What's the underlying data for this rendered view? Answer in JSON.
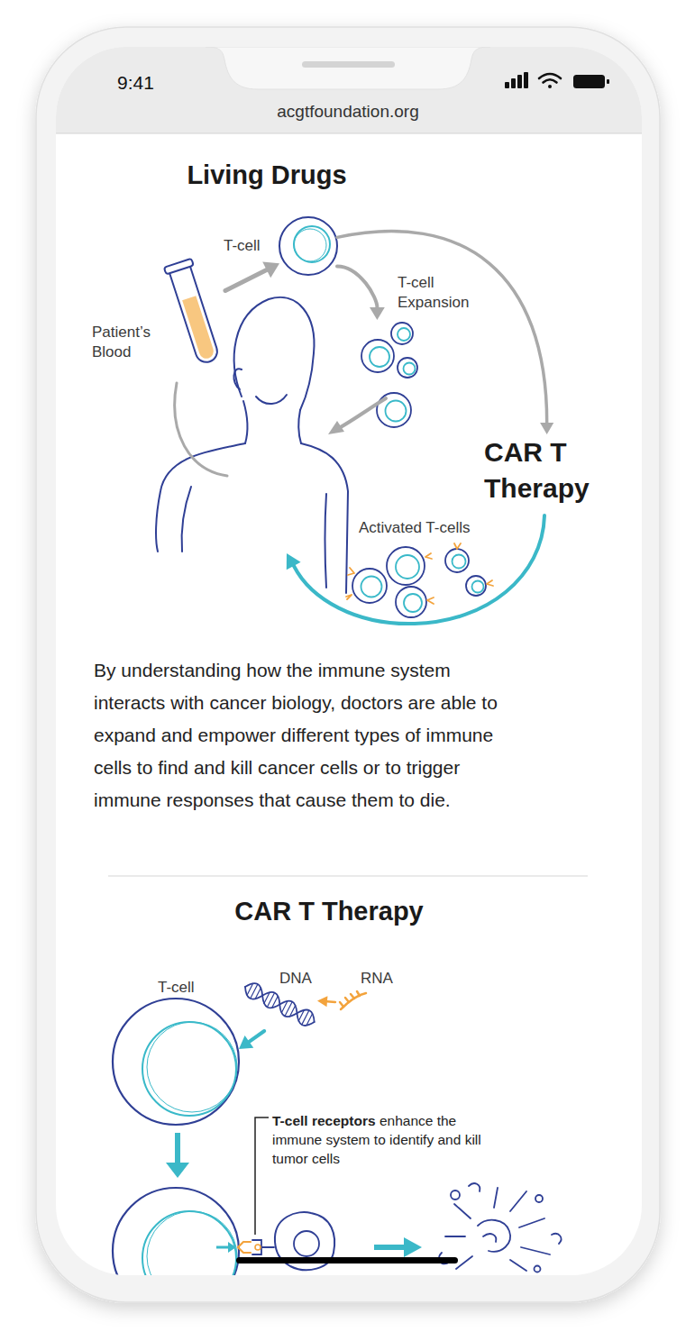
{
  "diagram": {
    "title": "Living Drugs",
    "nodes": [
      {
        "text": [
          "Patient’s Blood"
        ]
      },
      {
        "text": [
          "T-cell"
        ]
      },
      {
        "text": [
          "T-cell Expansion"
        ]
      },
      {
        "text": [
          "CAR T Therapy"
        ]
      },
      {
        "text": [
          "Activated T-cells"
        ]
      },
      {
        "text": [
          "T-cell"
        ]
      },
      {
        "text": [
          "DNA"
        ]
      },
      {
        "text": [
          "RNA"
        ]
      }
    ],
    "edges": [
      {
        "from": 0,
        "to": 1,
        "arrow": "to"
      },
      {
        "from": 1,
        "to": 2,
        "arrow": "to"
      },
      {
        "from": 1,
        "to": 3,
        "arrow": "to"
      },
      {
        "from": 7,
        "to": 6,
        "arrow": "to"
      },
      {
        "from": 6,
        "to": 5,
        "arrow": "to"
      }
    ],
    "labels": [
      "9:41",
      "acgtfoundation.org",
      "By understanding how the immune system interacts with cancer biology, doctors are able to expand and empower different types of immune cells to find and kill cancer cells or to trigger immune responses that cause them to die.",
      "CAR T Therapy",
      "T-cell receptors",
      "enhance the immune system to identify and kill tumor cells"
    ]
  }
}
